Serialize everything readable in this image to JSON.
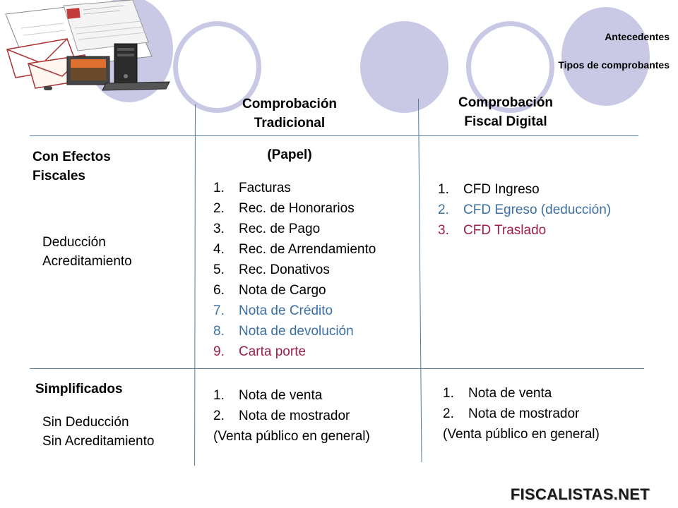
{
  "nav": {
    "antecedentes": "Antecedentes",
    "tipos": "Tipos de comprobantes"
  },
  "columns": {
    "traditional": {
      "line1": "Comprobación",
      "line2": "Tradicional",
      "sub": "(Papel)"
    },
    "digital": {
      "line1": "Comprobación",
      "line2": "Fiscal Digital"
    }
  },
  "rows": {
    "fiscal": {
      "heading_line1": "Con Efectos",
      "heading_line2": "Fiscales",
      "detail_line1": "Deducción",
      "detail_line2": "Acreditamiento",
      "traditional_items": [
        {
          "num": "1.",
          "text": "Facturas",
          "tone": "normal"
        },
        {
          "num": "2.",
          "text": "Rec. de Honorarios",
          "tone": "normal"
        },
        {
          "num": "3.",
          "text": "Rec. de Pago",
          "tone": "normal"
        },
        {
          "num": "4.",
          "text": "Rec. de Arrendamiento",
          "tone": "normal"
        },
        {
          "num": "5.",
          "text": "Rec. Donativos",
          "tone": "normal"
        },
        {
          "num": "6.",
          "text": "Nota de Cargo",
          "tone": "normal"
        },
        {
          "num": "7.",
          "text": "Nota de Crédito",
          "tone": "blue"
        },
        {
          "num": "8.",
          "text": "Nota de devolución",
          "tone": "blue"
        },
        {
          "num": "9.",
          "text": "Carta porte",
          "tone": "red"
        }
      ],
      "digital_items": [
        {
          "num": "1.",
          "text": "CFD Ingreso",
          "tone": "normal"
        },
        {
          "num": "2.",
          "text": "CFD Egreso (deducción)",
          "tone": "blue"
        },
        {
          "num": "3.",
          "text": "CFD Traslado",
          "tone": "red"
        }
      ]
    },
    "simplified": {
      "heading": "Simplificados",
      "detail_line1": "Sin Deducción",
      "detail_line2": "Sin Acreditamiento",
      "traditional_items": [
        {
          "num": "1.",
          "text": "Nota de venta"
        },
        {
          "num": "2.",
          "text": "Nota de mostrador"
        }
      ],
      "traditional_note": "(Venta público en general)",
      "digital_items": [
        {
          "num": "1.",
          "text": "Nota de venta"
        },
        {
          "num": "2.",
          "text": "Nota de mostrador"
        }
      ],
      "digital_note": "(Venta público en general)"
    }
  },
  "brand": "FISCALISTAS.NET",
  "colors": {
    "circle": "#c9c9e6",
    "line": "#5a7a9a",
    "blue": "#3b6fa6",
    "red": "#9c1f4a"
  },
  "icons": [
    "invoice-document-icon",
    "envelope-icon",
    "computer-tower-icon",
    "monitor-icon",
    "keyboard-icon"
  ]
}
